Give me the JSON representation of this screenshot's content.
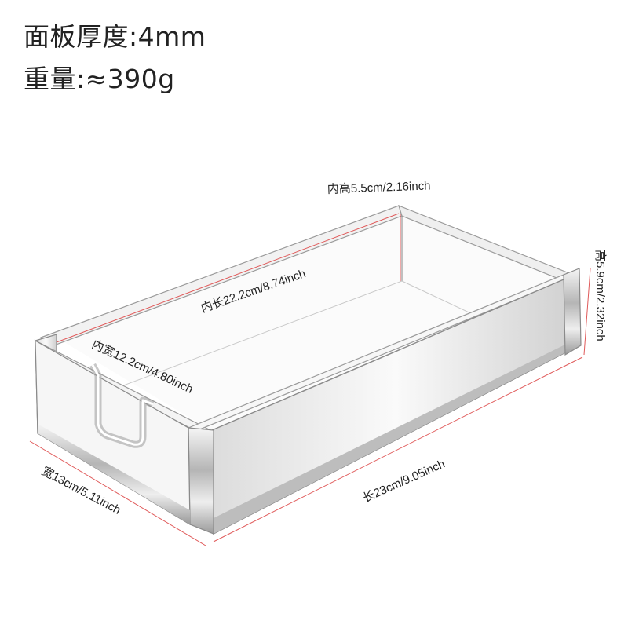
{
  "specs": {
    "thickness": "面板厚度:4mm",
    "weight": "重量:≈390g"
  },
  "dimensions": {
    "inner_height": "内高5.5cm/2.16inch",
    "inner_length": "内长22.2cm/8.74inch",
    "inner_width": "内宽12.2cm/4.80inch",
    "outer_height": "高5.9cm/2.32inch",
    "outer_length": "长23cm/9.05inch",
    "outer_width": "宽13cm/5.11inch"
  },
  "colors": {
    "dimension_line": "#e05a5a",
    "text": "#222222",
    "acrylic_edge": "#8a8a8a"
  }
}
